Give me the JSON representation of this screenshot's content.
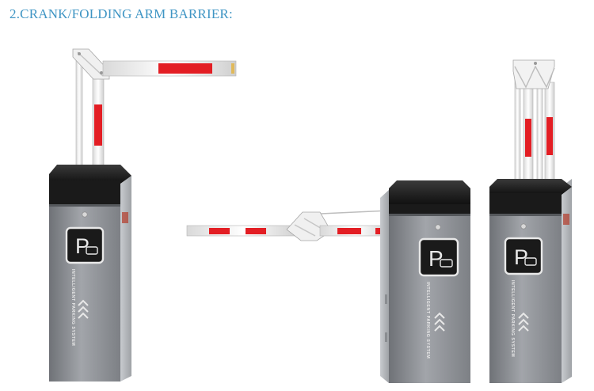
{
  "caption": "2.CRANK/FOLDING ARM BARRIER:",
  "cabinets": [
    {
      "label": "INTELLIGENT PARKING SYSTEM",
      "sign_letter": "P"
    },
    {
      "label": "INTELLIGENT PARKING SYSTEM",
      "sign_letter": "P"
    },
    {
      "label": "INTELLIGENT PARKING SYSTEM",
      "sign_letter": "P"
    }
  ],
  "colors": {
    "caption": "#3f95c4",
    "arm_white": "#f4f4f4",
    "arm_red": "#e31e24",
    "cabinet_black": "#1c1c1c",
    "cabinet_grey": "#8e9196",
    "cabinet_side": "#b9bcc0"
  },
  "icons": [
    "parking-sign-icon",
    "car-icon",
    "chevron-up-icon",
    "indicator-lamp-icon"
  ]
}
